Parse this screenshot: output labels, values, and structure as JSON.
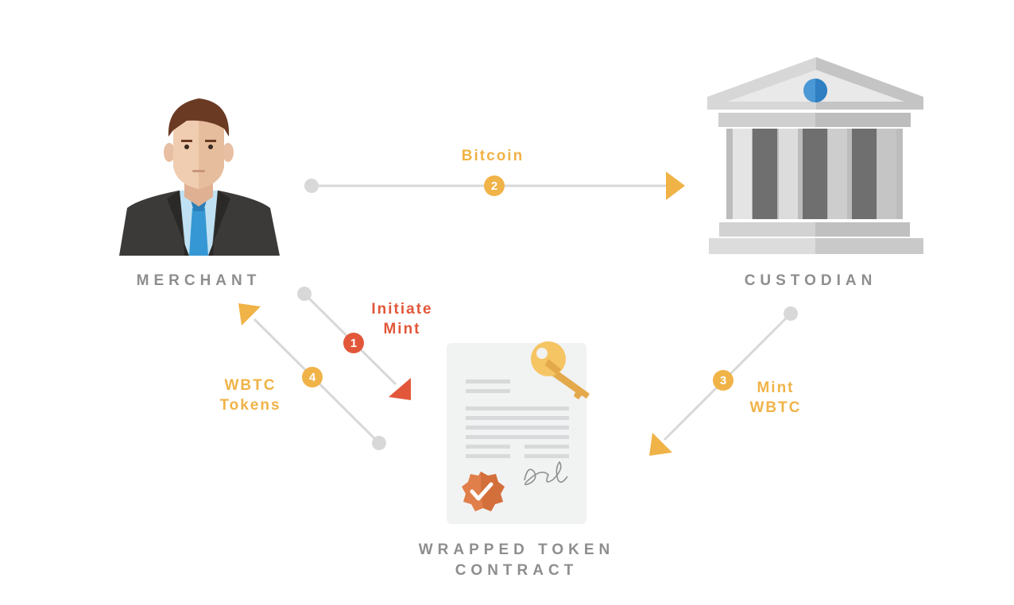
{
  "nodes": {
    "merchant": "MERCHANT",
    "custodian": "CUSTODIAN",
    "contract": [
      "WRAPPED TOKEN",
      "CONTRACT"
    ]
  },
  "flows": [
    {
      "step": "1",
      "lines": [
        "Initiate",
        "Mint"
      ]
    },
    {
      "step": "2",
      "lines": [
        "Bitcoin"
      ]
    },
    {
      "step": "3",
      "lines": [
        "Mint",
        "WBTC"
      ]
    },
    {
      "step": "4",
      "lines": [
        "WBTC",
        "Tokens"
      ]
    }
  ],
  "colors": {
    "accent_orange": "#f0b347",
    "accent_red": "#e2573a",
    "line_grey": "#d8d8d8",
    "label_grey": "#8e8e8e"
  },
  "icons": [
    "merchant-avatar-icon",
    "bank-building-icon",
    "contract-document-icon",
    "key-icon",
    "verified-badge-icon",
    "signature-icon"
  ]
}
